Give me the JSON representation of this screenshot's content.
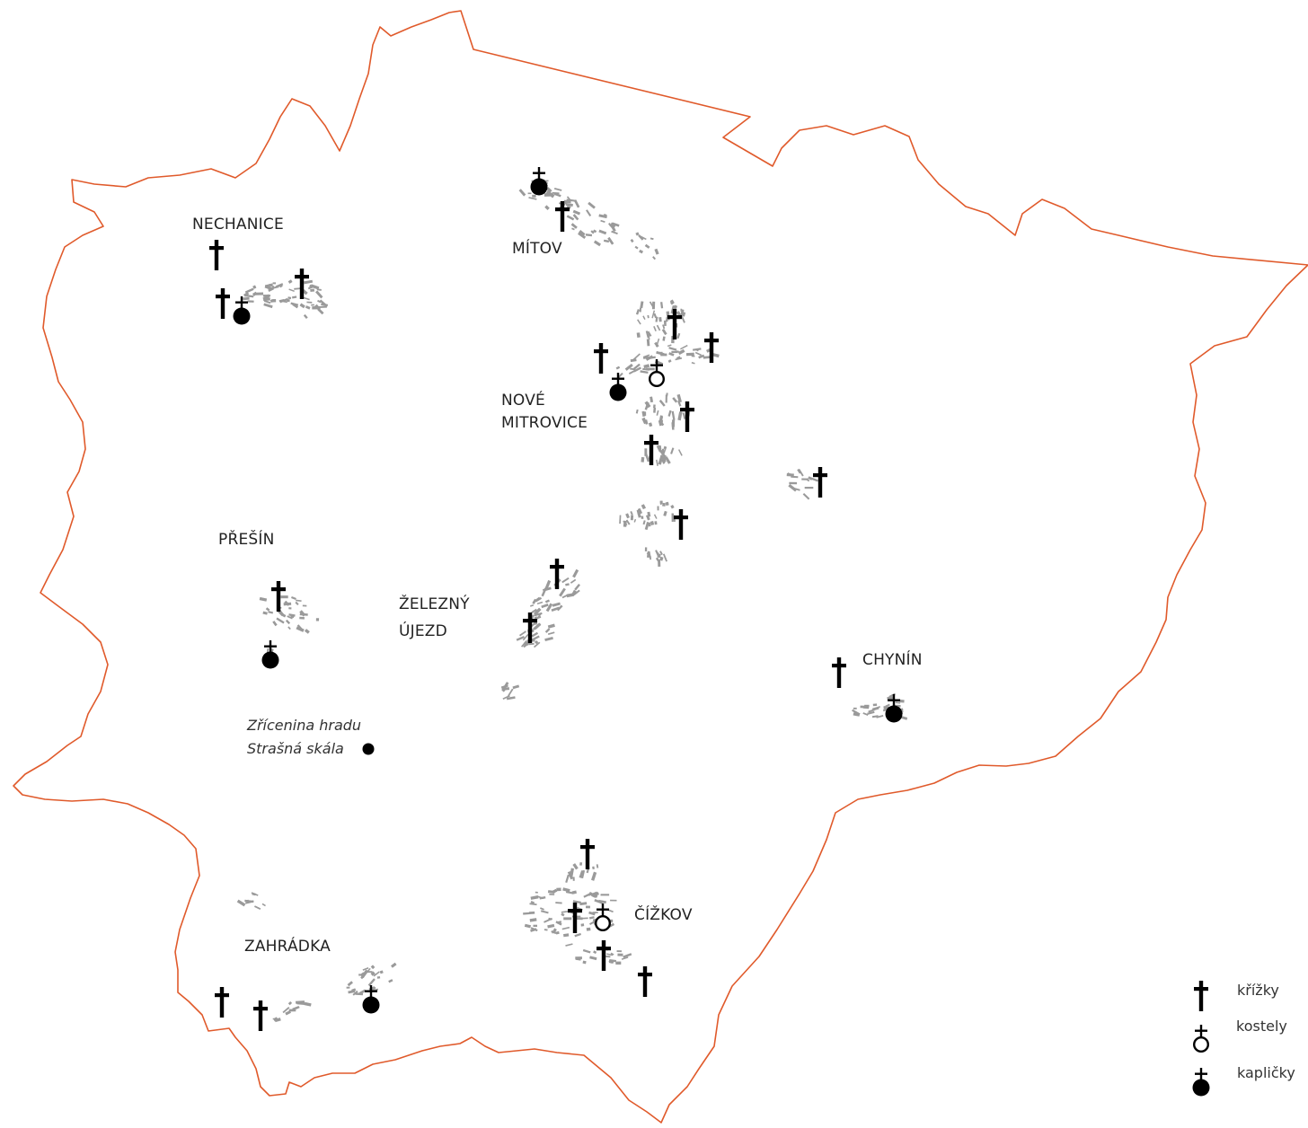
{
  "map": {
    "boundary_color": "#e05a2b",
    "settlement_color": "#9a9a9a",
    "symbol_color": "#000000"
  },
  "villages": {
    "nechanice": "NECHANICE",
    "mitov": "MÍTOV",
    "nove_mitrovice_line1": "NOVÉ",
    "nove_mitrovice_line2": "MITROVICE",
    "presin": "PŘEŠÍN",
    "zelezny_ujezd_line1": "ŽELEZNÝ",
    "zelezny_ujezd_line2": "ÚJEZD",
    "chynin": "CHYNÍN",
    "cizkov": "ČÍŽKOV",
    "zahradka": "ZAHRÁDKA"
  },
  "landmark": {
    "line1": "Zřícenina hradu",
    "line2": "Strašná skála"
  },
  "legend": {
    "crosses": {
      "label": "křížky",
      "icon": "cross-icon"
    },
    "churches": {
      "label": "kostely",
      "icon": "church-icon"
    },
    "chapels": {
      "label": "kapličky",
      "icon": "chapel-icon"
    }
  }
}
